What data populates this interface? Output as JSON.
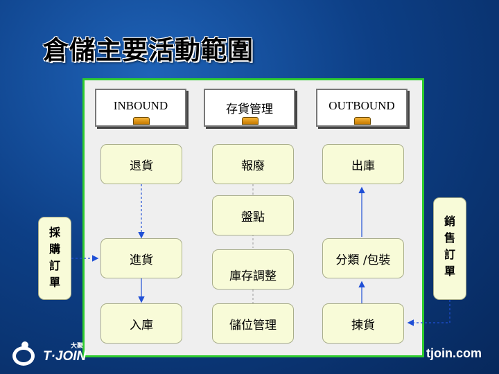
{
  "title": "倉儲主要活動範圍",
  "headers": {
    "inbound": "INBOUND",
    "storage": "存貨管理",
    "outbound": "OUTBOUND"
  },
  "nodes": {
    "return_goods": "退貨",
    "scrap": "報廢",
    "shipping_out": "出庫",
    "inventory_count": "盤點",
    "receiving": "進貨",
    "inventory_adjust": "庫存調整",
    "sort_pack": "分類 /包裝",
    "put_in": "入庫",
    "location_mgmt": "儲位管理",
    "picking": "揀貨"
  },
  "side": {
    "purchase_order": [
      "採",
      "購",
      "訂",
      "單"
    ],
    "sales_order": [
      "銷",
      "售",
      "訂",
      "單"
    ]
  },
  "footer": {
    "logo_brand": "T·JOIN",
    "logo_sub": "大聚",
    "website": "tjoin.com"
  },
  "colors": {
    "background": "#0d3f86",
    "frame_border": "#2ecc2e",
    "node_fill": "#f8fbd8",
    "connector": "#1f4fd6"
  }
}
